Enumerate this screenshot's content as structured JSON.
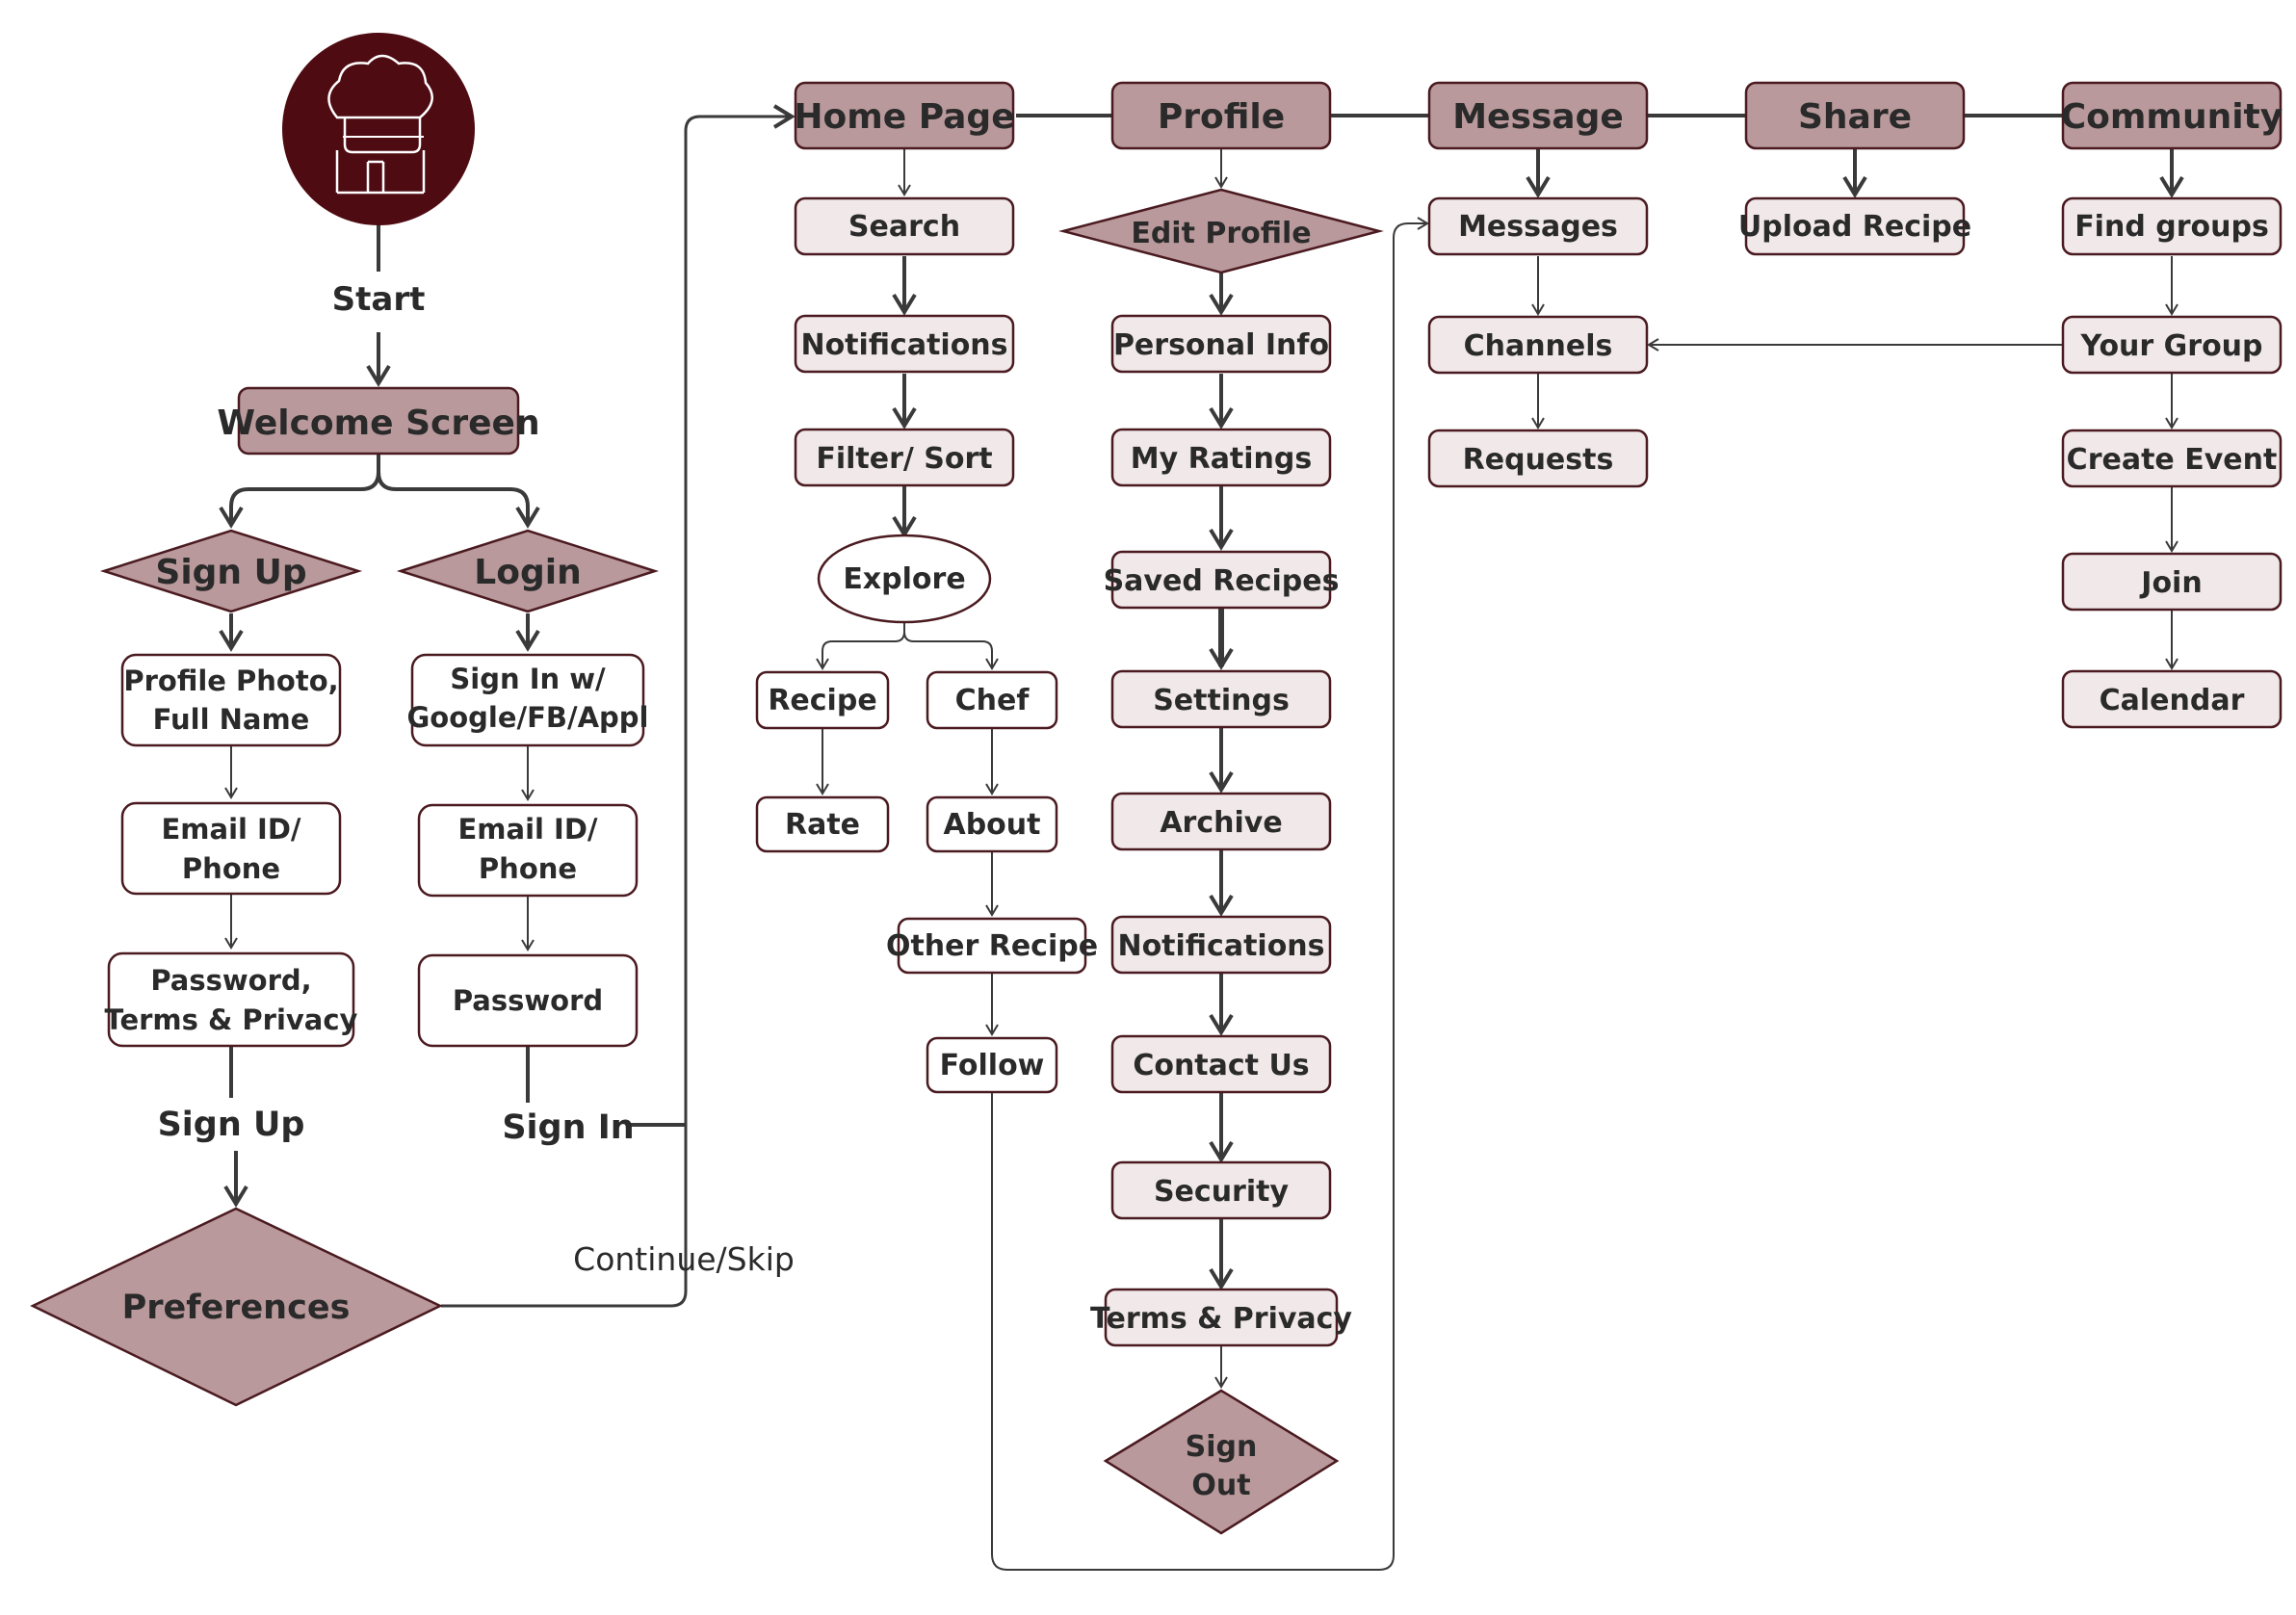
{
  "colors": {
    "dark_fill": "#b9999b",
    "light_fill": "#f1e8e9",
    "white_fill": "#ffffff",
    "stroke": "#4a1a20",
    "line": "#3a3a3a",
    "logo_bg": "#4e0b12"
  },
  "logo_icon": "chef-hat-icon",
  "labels": {
    "start": "Start",
    "welcome": "Welcome Screen",
    "signup_diamond": "Sign Up",
    "login_diamond": "Login",
    "profile_photo_1": "Profile Photo,",
    "profile_photo_2": "Full Name",
    "signin_with_1": "Sign In w/",
    "signin_with_2": "Google/FB/Appl",
    "email_1": "Email ID/",
    "email_2": "Phone",
    "email_login_1": "Email ID/",
    "email_login_2": "Phone",
    "password_terms_1": "Password,",
    "password_terms_2": "Terms & Privacy",
    "password": "Password",
    "signup_text": "Sign Up",
    "signin_text": "Sign In",
    "preferences": "Preferences",
    "continue_skip": "Continue/Skip",
    "home_page": "Home Page",
    "profile": "Profile",
    "message": "Message",
    "share": "Share",
    "community": "Community",
    "search": "Search",
    "notifications_home": "Notifications",
    "filter_sort": "Filter/ Sort",
    "explore": "Explore",
    "recipe": "Recipe",
    "chef": "Chef",
    "rate": "Rate",
    "about": "About",
    "other_recipe": "Other Recipe",
    "follow": "Follow",
    "edit_profile": "Edit Profile",
    "personal_info": "Personal Info",
    "my_ratings": "My Ratings",
    "saved_recipes": "Saved Recipes",
    "settings": "Settings",
    "archive": "Archive",
    "notifications_profile": "Notifications",
    "contact_us": "Contact Us",
    "security": "Security",
    "terms_privacy": "Terms & Privacy",
    "sign_out_1": "Sign",
    "sign_out_2": "Out",
    "messages": "Messages",
    "channels": "Channels",
    "requests": "Requests",
    "upload_recipe": "Upload Recipe",
    "find_groups": "Find groups",
    "your_group": "Your Group",
    "create_event": "Create Event",
    "join": "Join",
    "calendar": "Calendar"
  }
}
